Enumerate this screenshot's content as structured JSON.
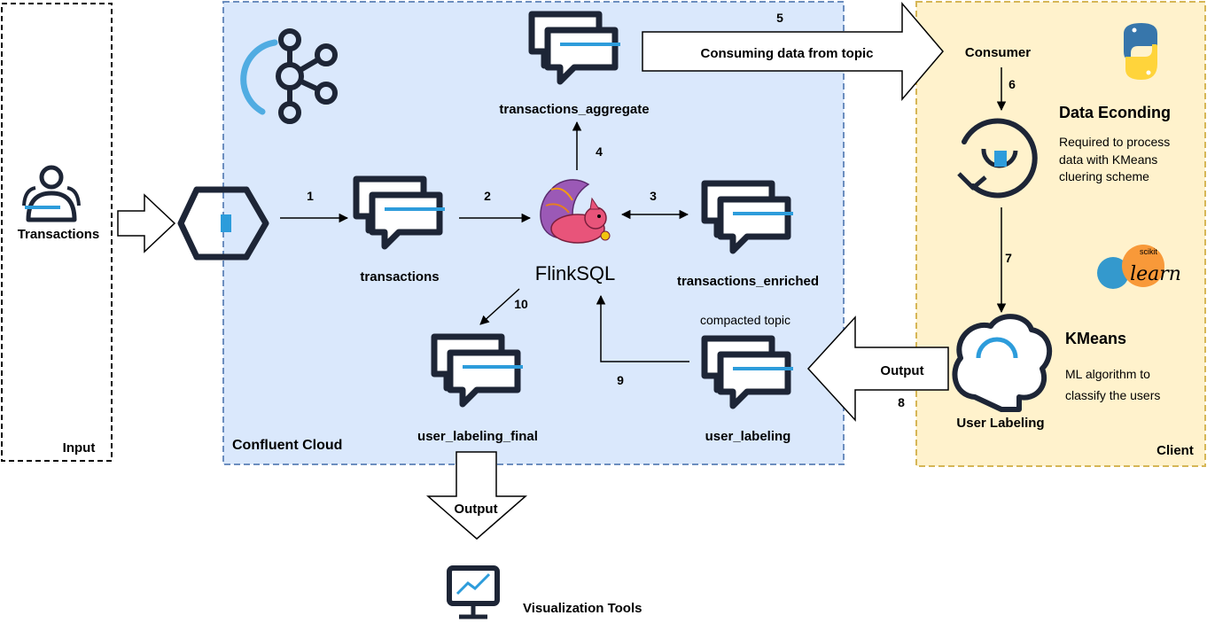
{
  "colors": {
    "cloud_fill": "#dae8fc",
    "cloud_border": "#6c8ebf",
    "client_fill": "#fff2cc",
    "client_border": "#d6b656",
    "icon_dark": "#1d2536",
    "icon_accent": "#2d9cdb"
  },
  "regions": {
    "input_label": "Input",
    "cloud_label": "Confluent Cloud",
    "client_label": "Client"
  },
  "source": {
    "label": "Transactions",
    "icon": "user-group-icon"
  },
  "topics": {
    "transactions": "transactions",
    "aggregate": "transactions_aggregate",
    "enriched": "transactions_enriched",
    "labeling": "user_labeling",
    "labeling_final": "user_labeling_final",
    "compacted_note": "compacted topic"
  },
  "processor": {
    "label": "FlinkSQL"
  },
  "steps": [
    "1",
    "2",
    "3",
    "4",
    "5",
    "6",
    "7",
    "8",
    "9",
    "10"
  ],
  "arrows": {
    "consume_label": "Consuming data from topic",
    "output_client_label": "Output",
    "output_bottom_label": "Output"
  },
  "client": {
    "consumer_label": "Consumer",
    "encoding_title": "Data Econding",
    "encoding_desc": [
      "Required to process",
      "data with KMeans",
      "cluering scheme"
    ],
    "kmeans_title": "KMeans",
    "kmeans_desc": [
      "ML algorithm to",
      "classify the users"
    ],
    "labeling_label": "User Labeling",
    "scikit_small": "scikit",
    "scikit_big": "learn"
  },
  "viz": {
    "label": "Visualization Tools"
  }
}
